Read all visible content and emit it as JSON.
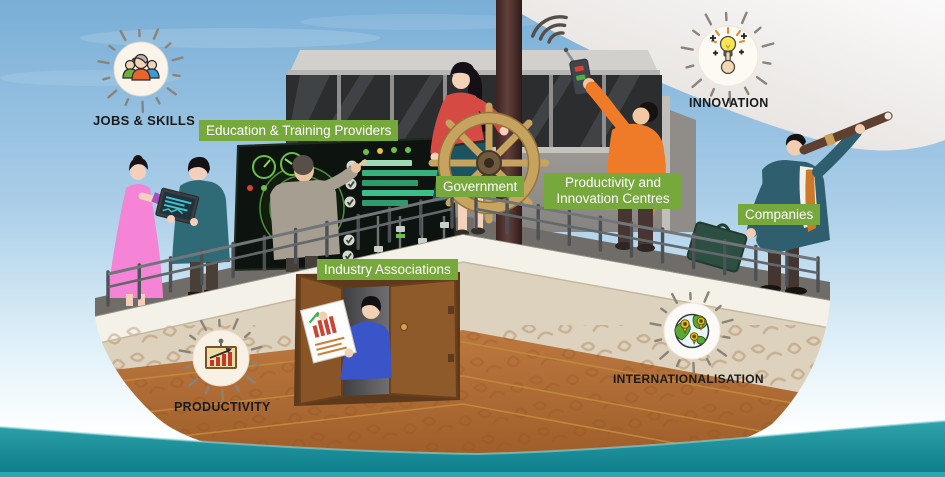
{
  "pillars": [
    {
      "id": "jobs-skills",
      "label": "JOBS & SKILLS",
      "icon": "team-people-icon"
    },
    {
      "id": "innovation",
      "label": "INNOVATION",
      "icon": "idea-lightbulb-icon"
    },
    {
      "id": "productivity",
      "label": "PRODUCTIVITY",
      "icon": "growth-chart-icon"
    },
    {
      "id": "internationalisation",
      "label": "INTERNATIONALISATION",
      "icon": "globe-pins-icon"
    }
  ],
  "actors": [
    {
      "id": "education-training-providers",
      "label": "Education & Training Providers"
    },
    {
      "id": "government",
      "label": "Government"
    },
    {
      "id": "productivity-innovation-centres",
      "label": "Productivity and Innovation Centres"
    },
    {
      "id": "companies",
      "label": "Companies"
    },
    {
      "id": "industry-associations",
      "label": "Industry Associations"
    }
  ],
  "colors": {
    "actor_label_bg": "#76a83c",
    "actor_label_text": "#ffffff",
    "pillar_label_text": "#1b1b1b",
    "sky": "#79aed6",
    "sea": "#0c7f8b",
    "hull": "#b5713c",
    "hull_trim": "#c28a3c",
    "sail": "#f4f2f0",
    "deck": "#706d68"
  }
}
